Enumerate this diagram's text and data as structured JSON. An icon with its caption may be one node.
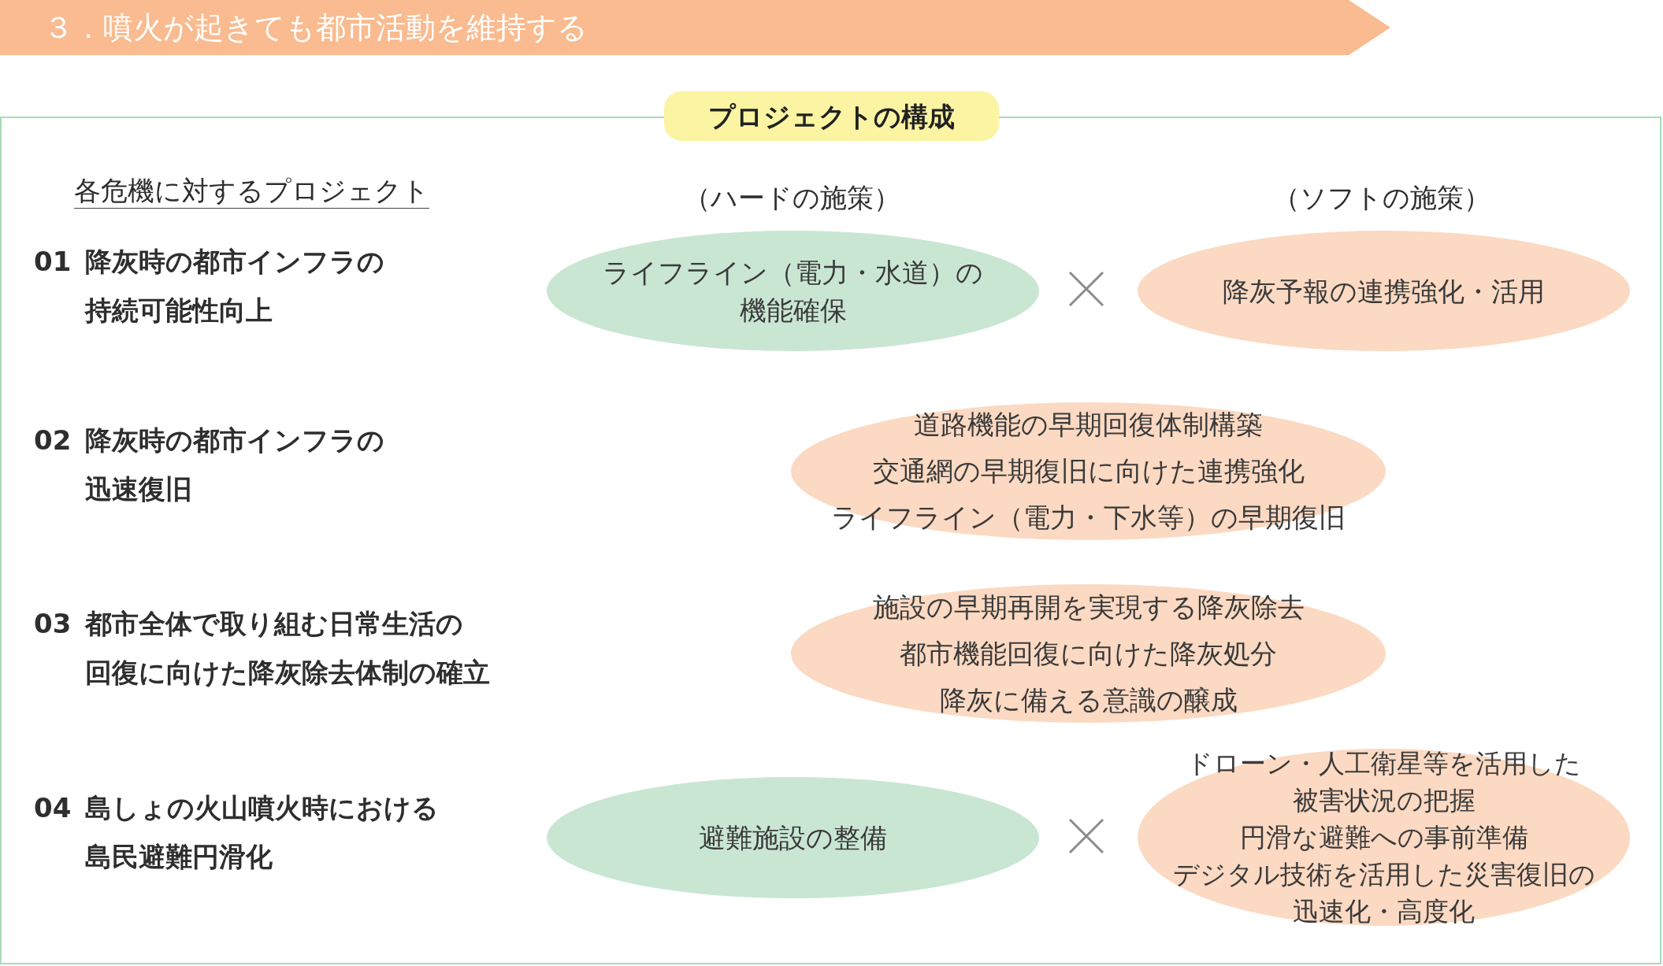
{
  "diagram": {
    "nodes": [
      {
        "text": [
          "３．噴火が起きても都市活動を維持する"
        ]
      },
      {
        "text": [],
        "shape": "box"
      },
      {
        "text": [
          "プロジェクトの構成"
        ]
      },
      {
        "text": [
          "ライフライン（電力・水道）の機能確保"
        ],
        "in": 1
      },
      {
        "text": [
          "降灰予報の連携強化・活用"
        ],
        "in": 1
      },
      {
        "text": [
          "道路機能の早期回復体制構築",
          "交通網の早期復旧に向けた連携強化",
          "ライフライン（電力・下水等）の早期復旧"
        ],
        "in": 1
      },
      {
        "text": [
          "施設の早期再開を実現する降灰除去",
          "都市機能回復に向けた降灰処分",
          "降灰に備える意識の醸成"
        ],
        "in": 1
      },
      {
        "text": [
          "避難施設の整備"
        ],
        "in": 1
      },
      {
        "text": [
          "ドローン・人工衛星等を活用した被害状況の把握",
          "円滑な避難への事前準備",
          "デジタル技術を活用した災害復旧の迅速化・高度化"
        ],
        "in": 1
      }
    ],
    "labels": [
      "各危機に対するプロジェクト",
      "（ハードの施策）",
      "（ソフトの施策）",
      "01",
      "降灰時の都市インフラの持続可能性向上",
      "02",
      "降灰時の都市インフラの迅速復旧",
      "03",
      "都市全体で取り組む日常生活の回復に向けた降灰除去体制の確立",
      "04",
      "島しょの火山噴火時における島民避難円滑化"
    ]
  }
}
